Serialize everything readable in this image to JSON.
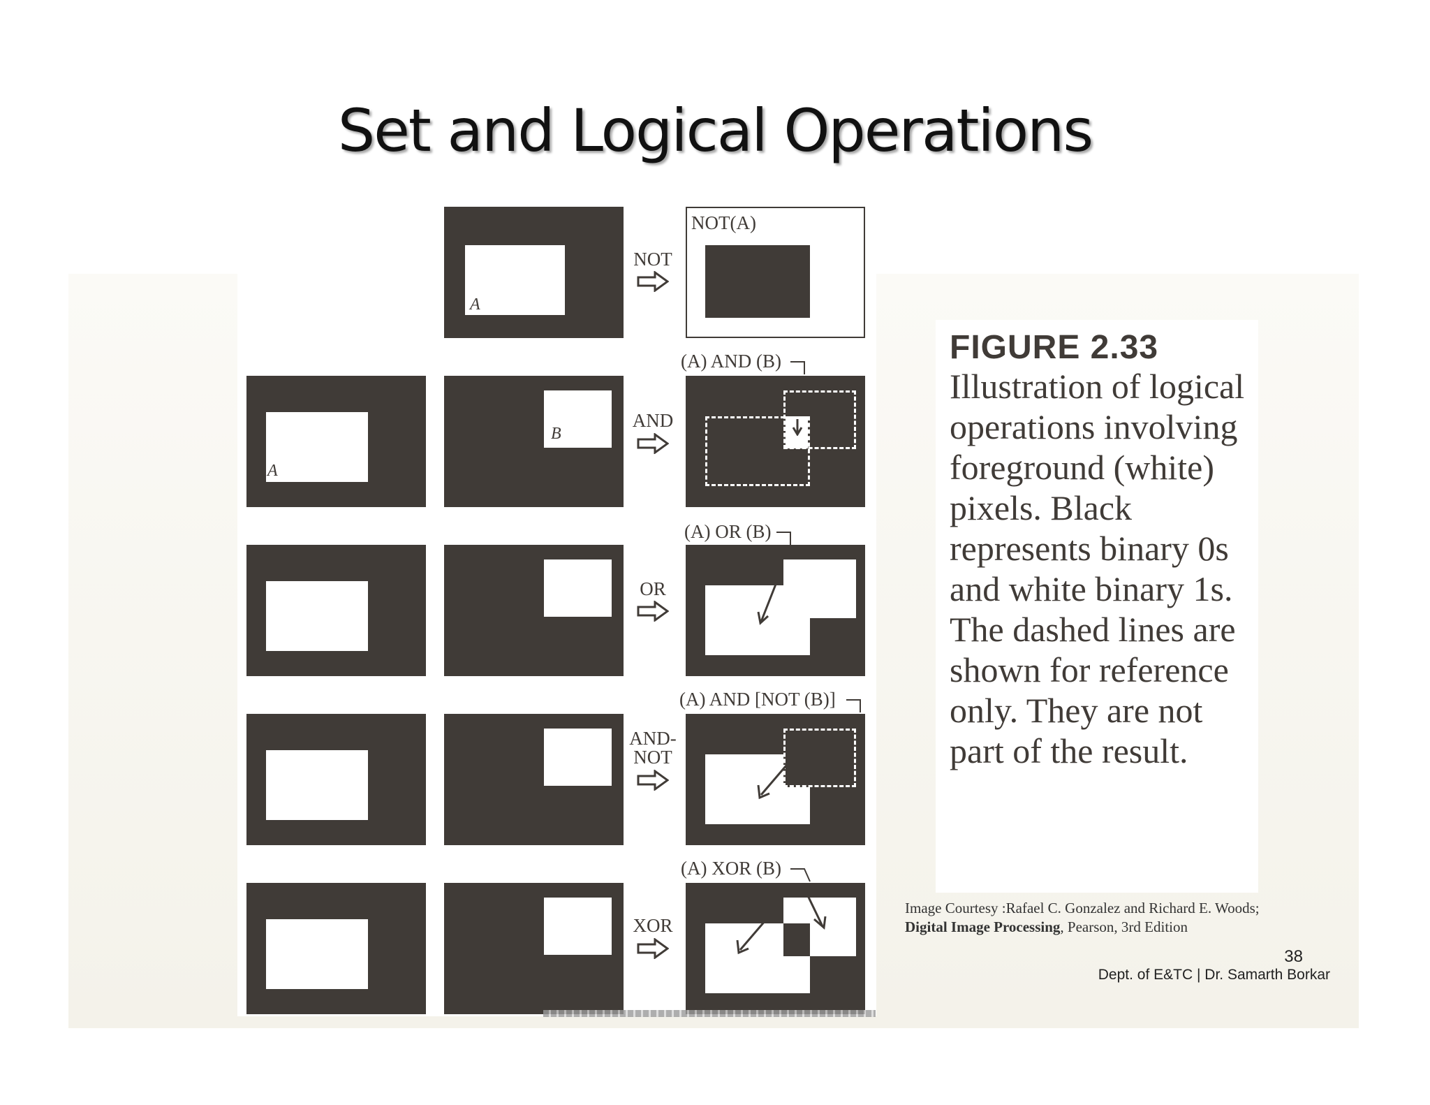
{
  "slide": {
    "title": "Set and Logical Operations",
    "page_number": "38",
    "footer": "Dept. of E&TC | Dr. Samarth Borkar"
  },
  "figure": {
    "letter_a": "A",
    "letter_b": "B",
    "operations": [
      {
        "op": "NOT",
        "result_label": "NOT(A)"
      },
      {
        "op": "AND",
        "result_label": "(A) AND (B)"
      },
      {
        "op": "OR",
        "result_label": "(A) OR (B)"
      },
      {
        "op": "AND-NOT",
        "op_line1": "AND-",
        "op_line2": "NOT",
        "result_label": "(A) AND [NOT (B)]"
      },
      {
        "op": "XOR",
        "result_label": "(A) XOR (B)"
      }
    ],
    "colors": {
      "foreground": "#ffffff",
      "background": "#403b37"
    }
  },
  "caption": {
    "figure_number": "FIGURE 2.33",
    "text": "Illustration of logical operations involving foreground (white) pixels. Black represents binary 0s and white binary 1s. The dashed lines are shown for reference only. They are not part of the result."
  },
  "credit": {
    "line1": "Image Courtesy :Rafael C. Gonzalez and Richard E. Woods;",
    "book": "Digital Image Processing",
    "line2_rest": ", Pearson, 3rd Edition"
  }
}
